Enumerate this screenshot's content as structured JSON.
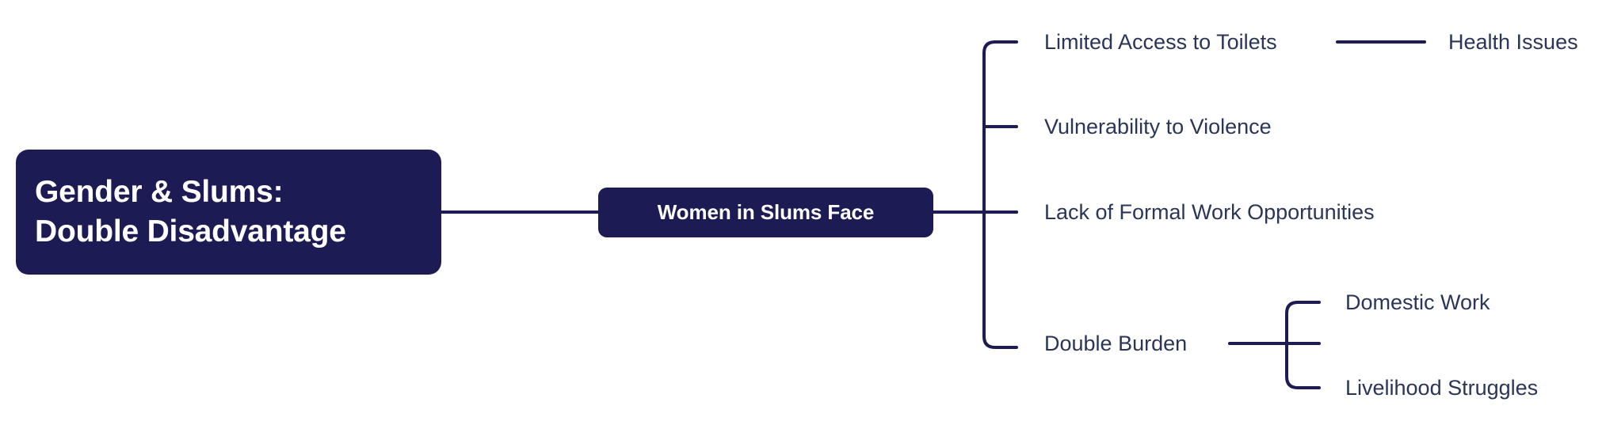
{
  "diagram": {
    "type": "mind-map",
    "orientation": "left-to-right",
    "background_color": "#ffffff",
    "node_fill_color": "#1d1b54",
    "node_text_color": "#ffffff",
    "label_text_color": "#2b3557",
    "connector_color": "#1d1b54",
    "connector_width": 4
  },
  "root": {
    "title_line1": "Gender & Slums:",
    "title_line2": "Double Disadvantage"
  },
  "branch": {
    "label": "Women in Slums Face"
  },
  "topics": [
    {
      "label": "Limited Access to Toilets",
      "children": [
        {
          "label": "Health Issues"
        }
      ]
    },
    {
      "label": "Vulnerability to Violence",
      "children": []
    },
    {
      "label": "Lack of Formal Work Opportunities",
      "children": []
    },
    {
      "label": "Double Burden",
      "children": [
        {
          "label": "Domestic Work"
        },
        {
          "label": "Livelihood Struggles"
        }
      ]
    }
  ]
}
